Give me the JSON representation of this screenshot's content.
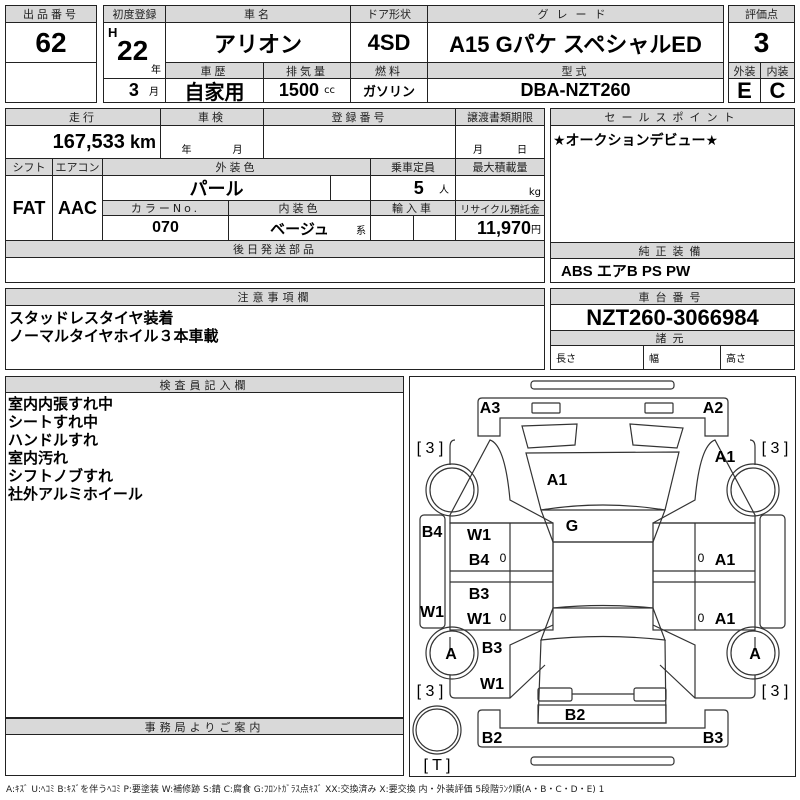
{
  "lot": {
    "label": "出品番号",
    "value": "62"
  },
  "header": {
    "first_reg_label": "初度登録",
    "era": "H",
    "year": "22",
    "year_unit": "年",
    "month": "3",
    "month_unit": "月",
    "car_name_label": "車名",
    "car_name": "アリオン",
    "door_label": "ドア形状",
    "door": "4SD",
    "grade_label": "グレード",
    "grade": "A15 Gパケ スペシャルED",
    "history_label": "車歴",
    "history": "自家用",
    "displacement_label": "排気量",
    "displacement": "1500",
    "displacement_unit": "cc",
    "fuel_label": "燃料",
    "fuel": "ガソリン",
    "model_label": "型式",
    "model": "DBA-NZT260"
  },
  "score": {
    "label": "評価点",
    "value": "3",
    "exterior_label": "外装",
    "exterior": "E",
    "interior_label": "内装",
    "interior": "C"
  },
  "details": {
    "mileage_label": "走行",
    "mileage": "167,533",
    "mileage_unit": "km",
    "inspection_label": "車検",
    "year_unit": "年",
    "month_unit": "月",
    "reg_no_label": "登録番号",
    "transfer_label": "譲渡書類期限",
    "day_unit": "日",
    "shift_label": "シフト",
    "shift": "FAT",
    "ac_label": "エアコン",
    "ac": "AAC",
    "ext_color_label": "外装色",
    "ext_color": "パール",
    "capacity_label": "乗車定員",
    "capacity": "5",
    "capacity_unit": "人",
    "max_load_label": "最大積載量",
    "max_load_unit": "kg",
    "color_no_label": "カラーNo.",
    "color_no": "070",
    "int_color_label": "内装色",
    "int_color": "ベージュ",
    "int_color_suffix": "系",
    "import_label": "輸入車",
    "recycle_label": "リサイクル預託金",
    "recycle": "11,970",
    "recycle_unit": "円",
    "later_parts_label": "後日発送部品"
  },
  "sales_point": {
    "label": "セールスポイント",
    "text": "★オークションデビュー★"
  },
  "equipment": {
    "label": "純正装備",
    "text": "ABS エアB PS PW"
  },
  "chassis": {
    "label": "車台番号",
    "value": "NZT260-3066984",
    "spec_label": "諸元",
    "length": "長さ",
    "width": "幅",
    "height": "高さ"
  },
  "notes": {
    "label": "注意事項欄",
    "lines": [
      "スタッドレスタイヤ装着",
      "ノーマルタイヤホイル３本車載"
    ]
  },
  "inspector": {
    "label": "検査員記入欄",
    "lines": [
      "室内内張すれ中",
      "シートすれ中",
      "ハンドルすれ",
      "室内汚れ",
      "シフトノブすれ",
      "社外アルミホイール"
    ]
  },
  "office": {
    "label": "事務局よりご案内"
  },
  "diagram": {
    "labels": [
      "A3",
      "A2",
      "[ 3 ]",
      "[ 3 ]",
      "A1",
      "A1",
      "G",
      "B4",
      "W1",
      "B4",
      "0",
      "0",
      "A1",
      "B3",
      "W1",
      "W1",
      "0",
      "0",
      "A1",
      "A",
      "A",
      "B3",
      "W1",
      "[ 3 ]",
      "[ 3 ]",
      "B2",
      "B2",
      "B3",
      "[ T ]"
    ]
  },
  "footer": "A:ｷｽﾞ U:ﾍｺﾐ B:ｷｽﾞを伴うﾍｺﾐ P:要塗装 W:補修跡 S:錆 C:腐食 G:ﾌﾛﾝﾄｶﾞﾗｽ点ｷｽﾞ XX:交換済み X:要交換 内・外装評価 5段階ﾗﾝｸ順(A・B・C・D・E) 1"
}
